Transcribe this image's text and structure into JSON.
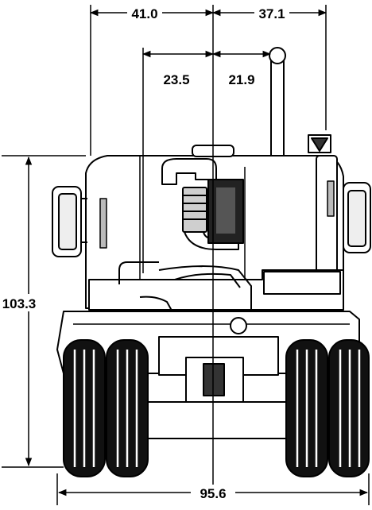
{
  "dimensions": {
    "left_half_width": "41.0",
    "right_half_width": "37.1",
    "left_inner_offset": "23.5",
    "right_inner_offset": "21.9",
    "overall_height": "103.3",
    "overall_width": "95.6"
  },
  "colors": {
    "line": "#000000",
    "fill": "#ffffff",
    "shade": "#bfbfbf",
    "dark": "#1a1a1a"
  }
}
